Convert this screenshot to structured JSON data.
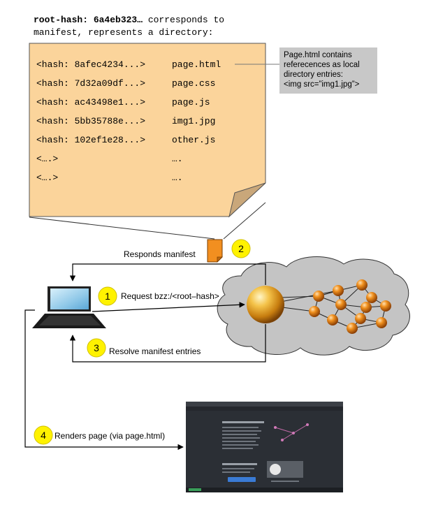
{
  "header": {
    "line1_hash": "root-hash: 6a4eb323…",
    "line1_rest": " corresponds to",
    "line2": "manifest, represents a directory:"
  },
  "manifest_entries": [
    {
      "hash": "<hash: 8afec4234...>",
      "name": "page.html"
    },
    {
      "hash": "<hash: 7d32a09df...>",
      "name": "page.css"
    },
    {
      "hash": "<hash: ac43498e1...>",
      "name": "page.js"
    },
    {
      "hash": "<hash: 5bb35788e...>",
      "name": "img1.jpg"
    },
    {
      "hash": "<hash: 102ef1e28...>",
      "name": "other.js"
    },
    {
      "hash": "<….>",
      "name": "…."
    },
    {
      "hash": "<….>",
      "name": "…."
    }
  ],
  "callout": {
    "lines": [
      "Page.html contains",
      "referecences as local",
      "directory entries:",
      "<img src=”img1.jpg”>"
    ]
  },
  "steps": [
    {
      "number": "1",
      "label": "Request bzz:/<root–hash>"
    },
    {
      "number": "2",
      "label": "Responds manifest"
    },
    {
      "number": "3",
      "label": "Resolve manifest entries"
    },
    {
      "number": "4",
      "label": "Renders page (via page.html)"
    }
  ],
  "colors": {
    "manifest_fill": "#fbd49b",
    "callout_fill": "#c8c8c8",
    "cloud_fill": "#c4c4c4",
    "step_badge": "#fff200",
    "node_orange": "#e87a1e",
    "doc_orange": "#f28f20"
  }
}
